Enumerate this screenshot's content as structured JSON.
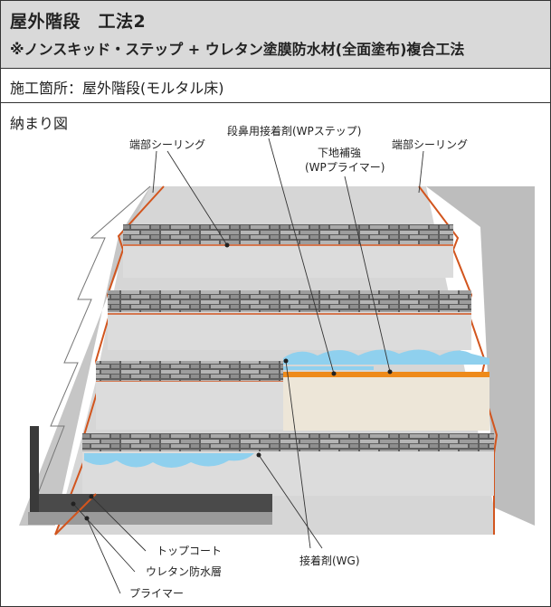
{
  "header": {
    "title": "屋外階段　工法2",
    "subtitle": "※ノンスキッド・ステップ + ウレタン塗膜防水材(全面塗布)複合工法"
  },
  "location": {
    "text": "施工箇所：屋外階段(モルタル床)"
  },
  "diagram": {
    "section_label": "納まり図",
    "labels": {
      "edge_seal_left": "端部シーリング",
      "edge_seal_right": "端部シーリング",
      "nosing_adhesive": "段鼻用接着剤(WPステップ)",
      "primer_reinforce_1": "下地補強",
      "primer_reinforce_2": "(WPプライマー)",
      "top_coat": "トップコート",
      "urethane_layer": "ウレタン防水層",
      "primer": "プライマー",
      "adhesive_wg": "接着剤(WG)"
    },
    "colors": {
      "floor": "#d4d4d4",
      "wall": "#c8c8c8",
      "edge_line": "#d2551e",
      "nosing_dark": "#5a5a5a",
      "nosing_light": "#a8a8a8",
      "adhesive_blue": "#8fd0ee",
      "reinforce_orange": "#ee8a1a",
      "beige": "#ede6d8"
    }
  }
}
